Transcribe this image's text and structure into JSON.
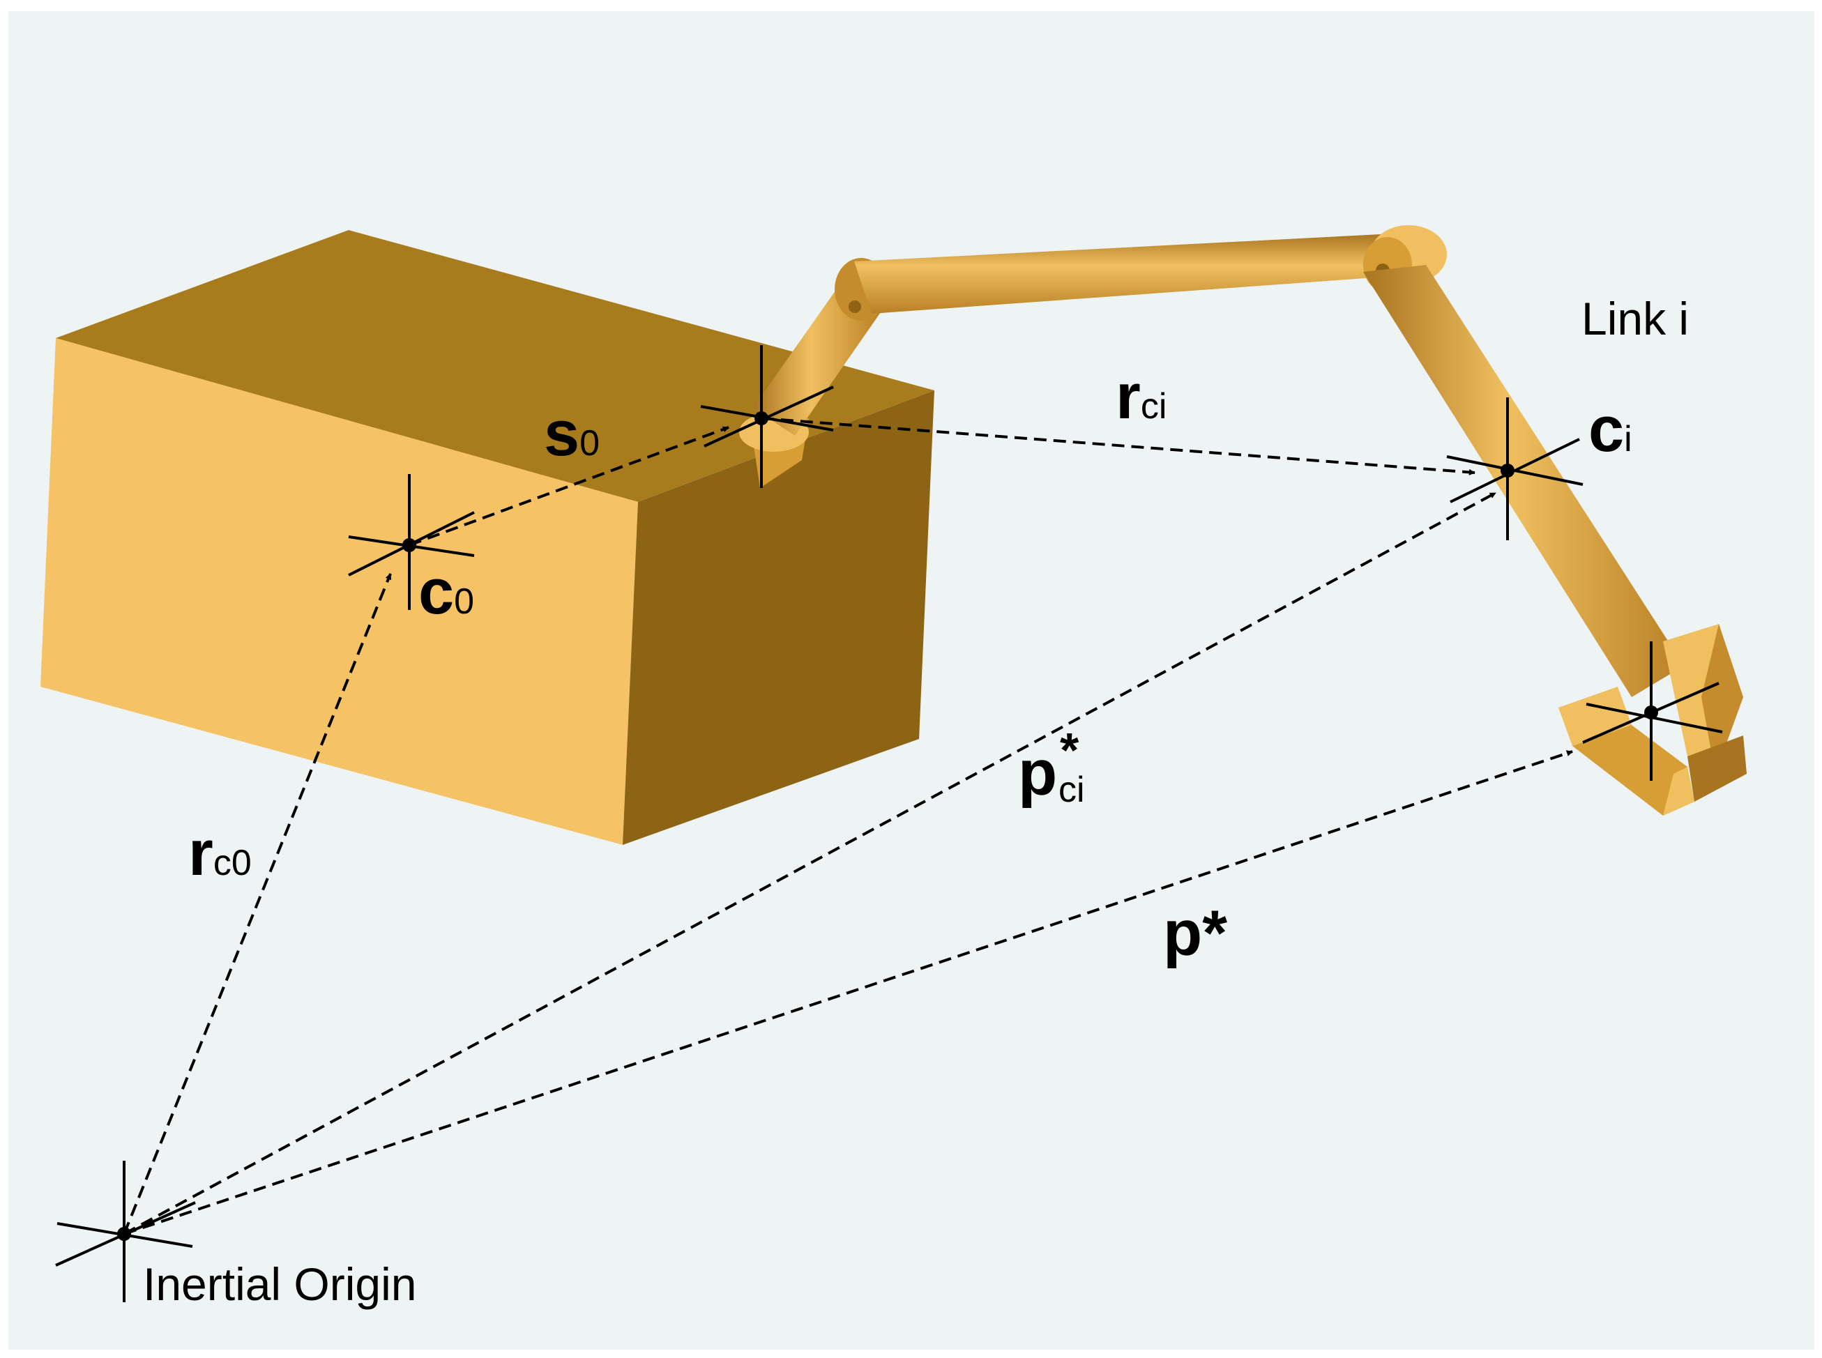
{
  "colors": {
    "background": "#eef4f4",
    "body_top": "#a87c1c",
    "body_front": "#f5c266",
    "body_side": "#8c6414",
    "link_light": "#f0c060",
    "link_mid": "#d69e34",
    "link_dark": "#a87420"
  },
  "labels": {
    "link_i": "Link i",
    "inertial_origin": "Inertial Origin",
    "s0": {
      "main": "s",
      "sub": "0"
    },
    "c0": {
      "main": "c",
      "sub": "0"
    },
    "ci": {
      "main": "c",
      "sub": "i"
    },
    "rc0": {
      "main": "r",
      "sub": "c0"
    },
    "rci": {
      "main": "r",
      "sub": "ci"
    },
    "pci_star": {
      "main": "p",
      "sub": "ci",
      "sup": "*"
    },
    "p_star": {
      "main": "p*"
    }
  }
}
